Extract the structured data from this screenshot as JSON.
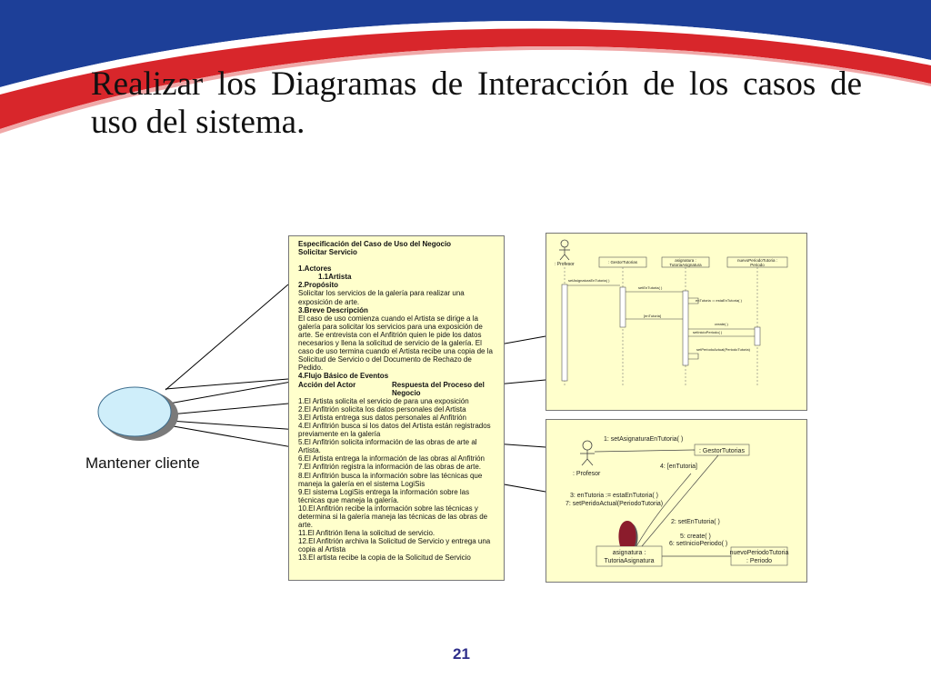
{
  "slide": {
    "title": "Realizar los Diagramas de Interacción de los casos de uso del sistema.",
    "page_number": "21",
    "colors": {
      "banner_blue": "#1d3f98",
      "banner_red": "#d8262b",
      "usecase_fill": "#cfeefa",
      "note_fill": "#ffffcc"
    }
  },
  "use_case": {
    "label": "Mantener cliente"
  },
  "spec": {
    "header_line1": "Especificación del Caso de Uso del Negocio",
    "header_line2": "Solicitar Servicio",
    "actors_heading": "1.Actores",
    "actor_1": "1.1Artista",
    "purpose_heading": "2.Propósito",
    "purpose_text": "Solicitar los servicios de la galería para realizar una exposición de arte.",
    "brief_heading": "3.Breve Descripción",
    "brief_text": "El caso de uso comienza cuando el Artista se dirige a la galería para solicitar los servicios para una exposición de arte. Se entrevista con el Anfitrión quien le pide los datos necesarios y llena la solicitud de servicio de la galería. El caso de uso termina cuando el Artista recibe una copia de la Solicitud de Servicio o del Documento de Rechazo de Pedido.",
    "flow_heading": "4.Flujo Básico de Eventos",
    "col_actor": "Acción del Actor",
    "col_response": "Respuesta del Proceso del Negocio",
    "steps": [
      "1.El Artista solicita el servicio de para una exposición",
      "2.El Anfitrión solicita los datos personales del Artista",
      "3.El Artista entrega sus datos personales al Anfitrión",
      "4.El Anfitrión busca si los datos del Artista están registrados previamente en la galería",
      "5.El Anfitrión solicita información de las obras de arte al Artista.",
      "6.El Artista entrega la información de las obras al Anfitrión",
      "7.El Anfitrión registra la información de las obras de arte.",
      "8.El Anfitrión busca la información sobre las técnicas que maneja la galería en el sistema LogiSis",
      "9.El sistema LogiSis entrega la información sobre las técnicas que maneja la galería.",
      "10.El Anfitrión recibe la información sobre las técnicas y determina si la galería maneja las técnicas de las obras de arte.",
      "11.El Anfitrión llena la solicitud de servicio.",
      "12.El Anfitrión archiva la Solicitud de Servicio y entrega una copia al Artista",
      "13.El artista recibe la copia de la Solicitud de Servicio"
    ]
  },
  "sequence": {
    "actor_label": ": Profesor",
    "objects": [
      ": GestorTutorias",
      "asignatura :",
      "TutoriaAsignatura",
      "nuevoPeriodoTutoria :",
      "Periodo"
    ],
    "messages": [
      "setAsignaturaEnTutoria( )",
      "setEnTutoria( )",
      "enTutoria := estaEnTutoria( )",
      "[enTutoria]",
      "create( )",
      "setInicioPeriodo( )",
      "setPeriodoActual(PeriodoTutoria)"
    ]
  },
  "collaboration": {
    "gestor": ": GestorTutorias",
    "profesor": ": Profesor",
    "asignatura_1": "asignatura :",
    "asignatura_2": "TutoriaAsignatura",
    "periodo_1": "nuevoPeriodoTutoria",
    "periodo_2": ": Periodo",
    "m1": "1: setAsignaturaEnTutoria( )",
    "m4": "4: [enTutoria]",
    "m3": "3: enTutoria := estaEnTutoria( )",
    "m7": "7: setPeridoActual(PeriodoTutoria)",
    "m2": "2: setEnTutoria( )",
    "m5": "5: create( )",
    "m6": "6: setInicioPeriodo( )"
  }
}
